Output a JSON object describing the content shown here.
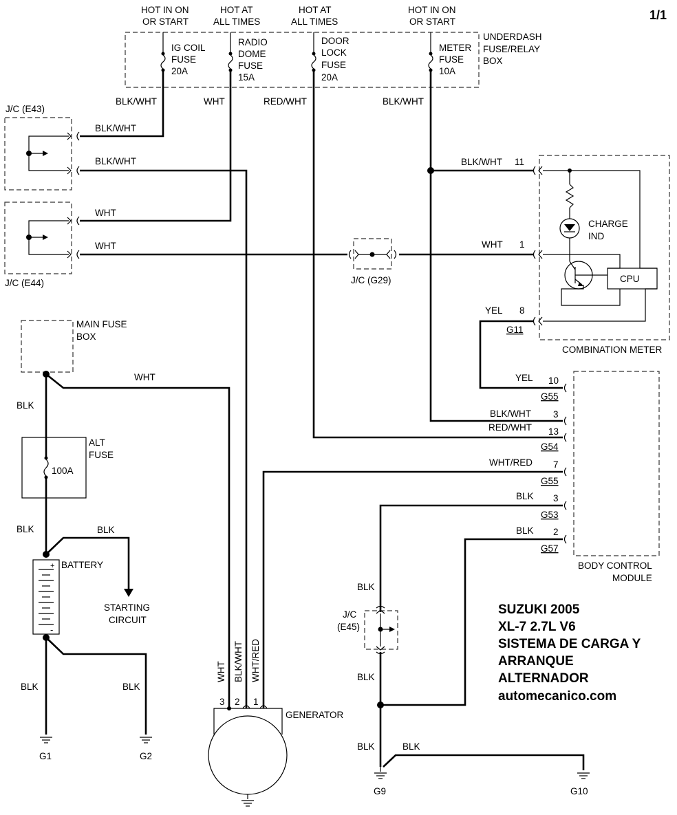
{
  "page": {
    "number": "1/1"
  },
  "hot_labels": [
    {
      "line1": "HOT IN ON",
      "line2": "OR START"
    },
    {
      "line1": "HOT AT",
      "line2": "ALL TIMES"
    },
    {
      "line1": "HOT AT",
      "line2": "ALL TIMES"
    },
    {
      "line1": "HOT IN ON",
      "line2": "OR START"
    }
  ],
  "underdash_box": {
    "line1": "UNDERDASH",
    "line2": "FUSE/RELAY",
    "line3": "BOX"
  },
  "fuses": [
    {
      "l1": "IG COIL",
      "l2": "FUSE",
      "l3": "20A"
    },
    {
      "l1": "RADIO",
      "l2": "DOME",
      "l3": "FUSE",
      "l4": "15A"
    },
    {
      "l1": "DOOR",
      "l2": "LOCK",
      "l3": "FUSE",
      "l4": "20A"
    },
    {
      "l1": "METER",
      "l2": "FUSE",
      "l3": "10A"
    }
  ],
  "wire_colors": {
    "w1": "BLK/WHT",
    "w2": "WHT",
    "w3": "RED/WHT",
    "w4": "BLK/WHT",
    "e43_a": "BLK/WHT",
    "e43_b": "BLK/WHT",
    "e44_a": "WHT",
    "e44_b": "WHT",
    "meter_11": "BLK/WHT",
    "meter_1": "WHT",
    "meter_8": "YEL",
    "bcm_10": "YEL",
    "bcm_3a": "BLK/WHT",
    "bcm_13": "RED/WHT",
    "bcm_7": "WHT/RED",
    "bcm_3b": "BLK",
    "bcm_2": "BLK",
    "main_wht": "WHT",
    "blk_upper": "BLK",
    "blk_mid": "BLK",
    "blk_start": "BLK",
    "blk_g1": "BLK",
    "blk_g2": "BLK",
    "gen_wht": "WHT",
    "gen_blkwht": "BLK/WHT",
    "gen_whtred": "WHT/RED",
    "e45_top": "BLK",
    "e45_bot": "BLK",
    "g9": "BLK",
    "g10": "BLK"
  },
  "connectors": {
    "jc_e43": "J/C (E43)",
    "jc_e44": "J/C (E44)",
    "jc_g29": "J/C (G29)",
    "jc_e45_1": "J/C",
    "jc_e45_2": "(E45)"
  },
  "combination_meter": {
    "title": "COMBINATION METER",
    "charge_ind_1": "CHARGE",
    "charge_ind_2": "IND",
    "cpu": "CPU",
    "pins": {
      "p11": "11",
      "p1": "1",
      "p8": "8"
    },
    "connector": "G11"
  },
  "bcm": {
    "title1": "BODY CONTROL",
    "title2": "MODULE",
    "pins": {
      "p10": "10",
      "p3a": "3",
      "p13": "13",
      "p7": "7",
      "p3b": "3",
      "p2": "2"
    },
    "connectors": {
      "c1": "G55",
      "c2": "G54",
      "c3": "G55",
      "c4": "G53",
      "c5": "G57"
    }
  },
  "main_fuse_box": {
    "line1": "MAIN FUSE",
    "line2": "BOX"
  },
  "alt_fuse": {
    "line1": "ALT",
    "line2": "FUSE",
    "rating": "100A"
  },
  "battery": {
    "label": "BATTERY",
    "plus": "+",
    "minus": "-"
  },
  "starting": {
    "line1": "STARTING",
    "line2": "CIRCUIT"
  },
  "generator": {
    "label": "GENERATOR",
    "pin3": "3",
    "pin2": "2",
    "pin1": "1"
  },
  "grounds": {
    "g1": "G1",
    "g2": "G2",
    "g9": "G9",
    "g10": "G10"
  },
  "title_block": {
    "line1": "SUZUKI 2005",
    "line2": "XL-7 2.7L V6",
    "line3": "SISTEMA DE CARGA Y",
    "line4": "ARRANQUE",
    "line5": "ALTERNADOR",
    "line6": "automecanico.com"
  }
}
